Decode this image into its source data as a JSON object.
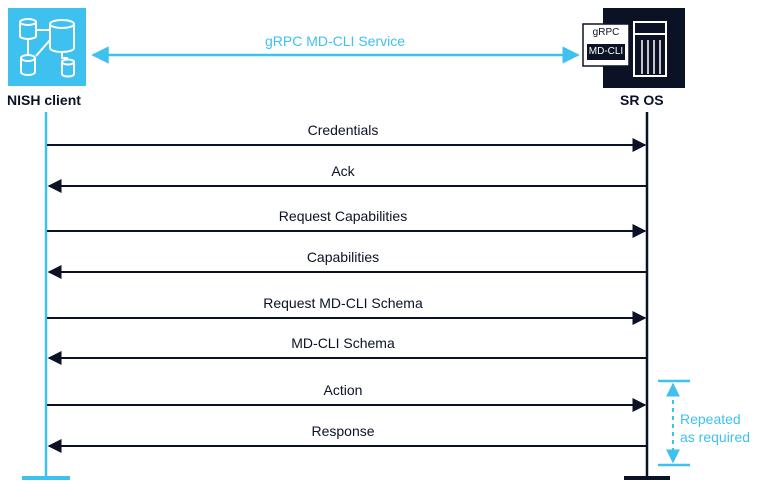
{
  "client": {
    "label": "NISH client"
  },
  "server": {
    "label": "SR OS",
    "badge_top": "gRPC",
    "badge_bottom": "MD-CLI"
  },
  "service": {
    "label": "gRPC MD-CLI Service"
  },
  "messages": [
    {
      "label": "Credentials",
      "direction": "client-to-server"
    },
    {
      "label": "Ack",
      "direction": "server-to-client"
    },
    {
      "label": "Request Capabilities",
      "direction": "client-to-server"
    },
    {
      "label": "Capabilities",
      "direction": "server-to-client"
    },
    {
      "label": "Request MD-CLI Schema",
      "direction": "client-to-server"
    },
    {
      "label": "MD-CLI Schema",
      "direction": "server-to-client"
    },
    {
      "label": "Action",
      "direction": "client-to-server"
    },
    {
      "label": "Response",
      "direction": "server-to-client"
    }
  ],
  "repeat_note": {
    "line1": "Repeated",
    "line2": "as required"
  },
  "colors": {
    "accent": "#3ec1ef",
    "dark": "#0b1226"
  }
}
